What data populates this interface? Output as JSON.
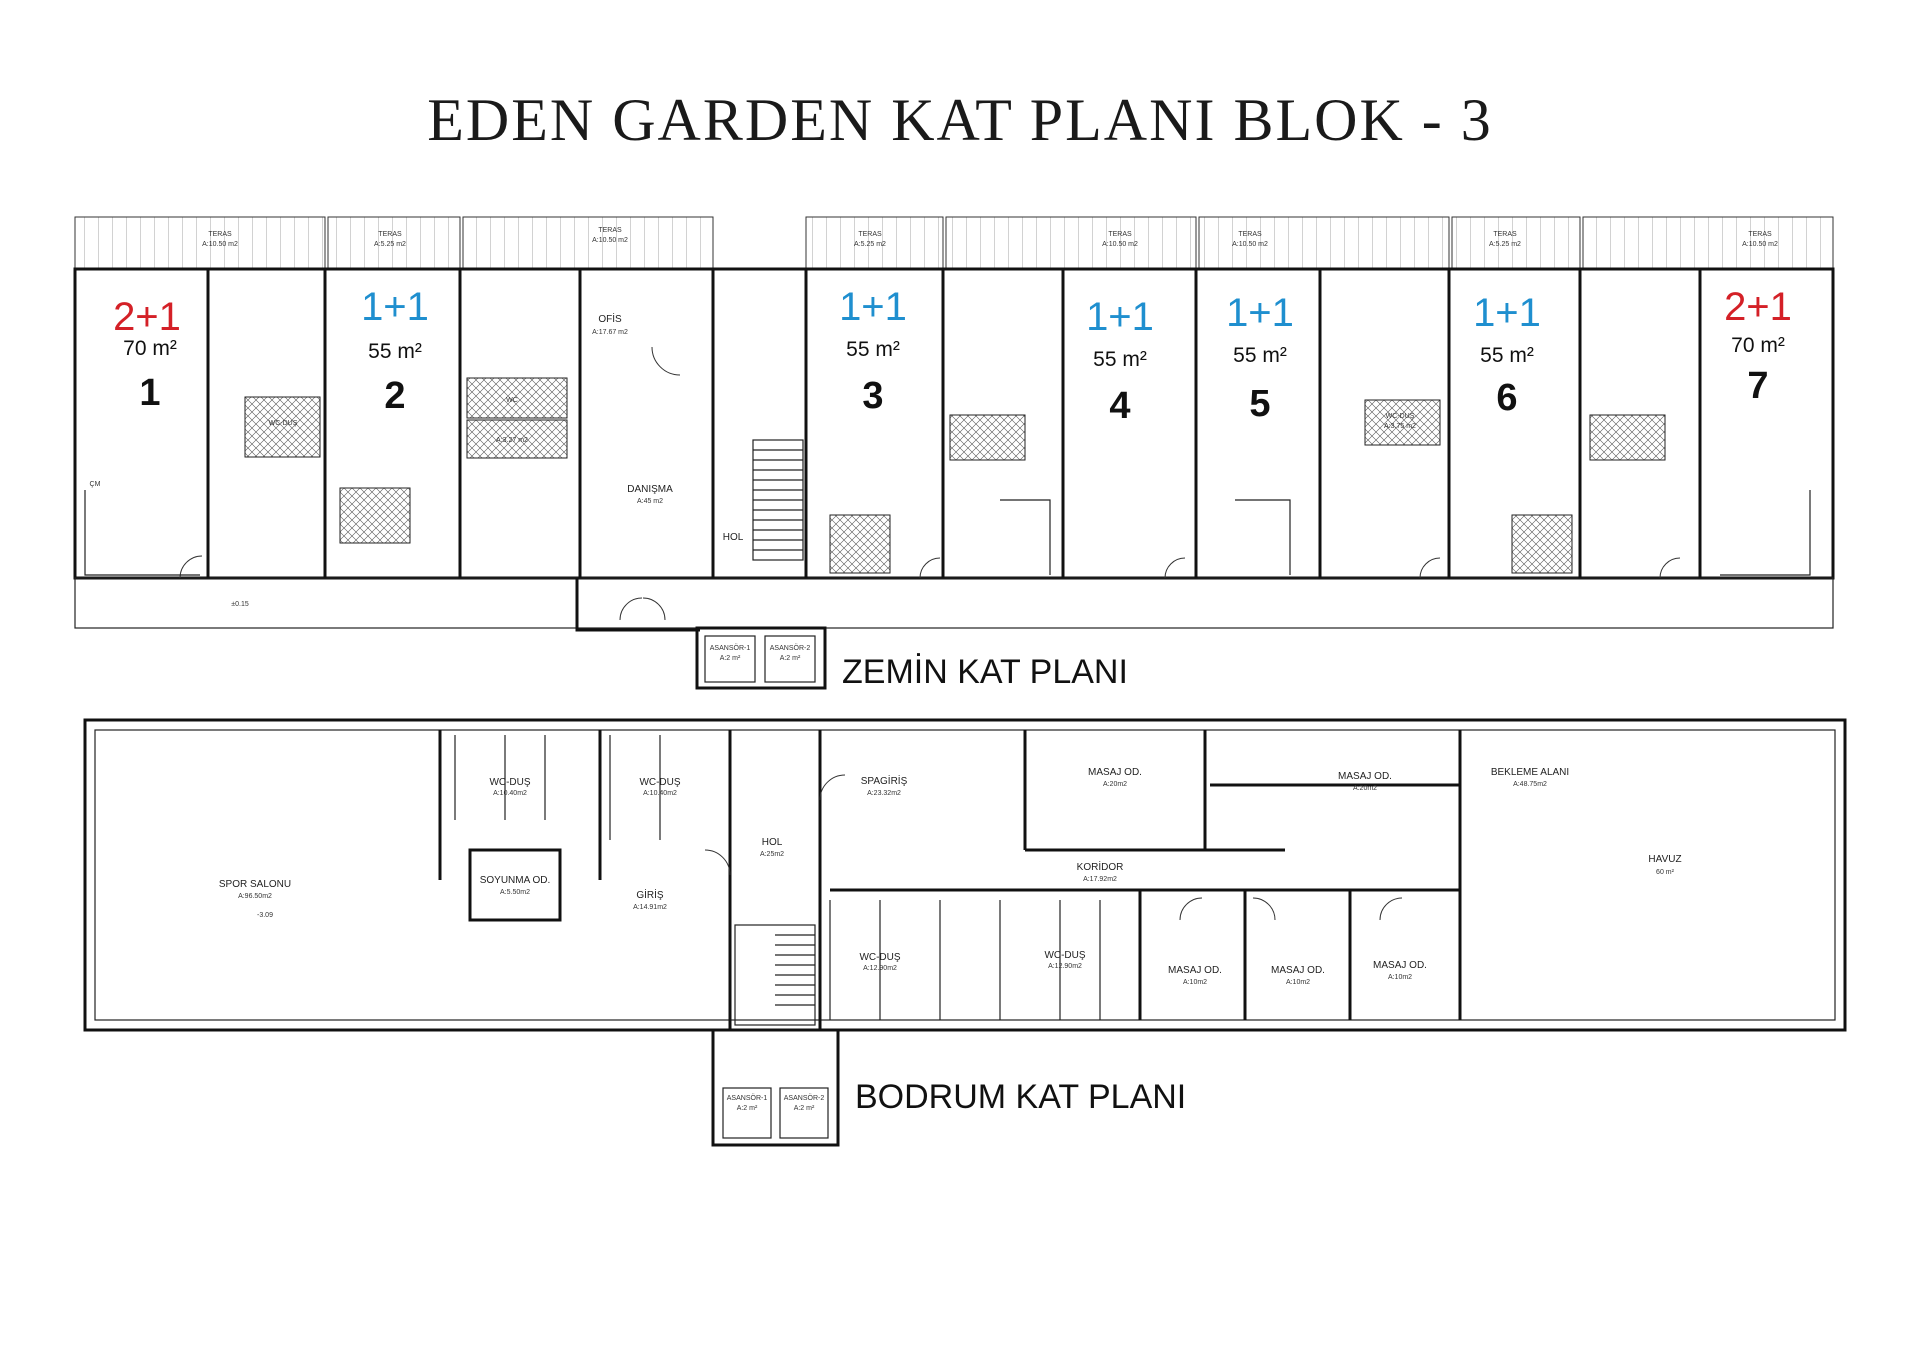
{
  "title": "EDEN GARDEN KAT PLANI BLOK - 3",
  "ground_floor": {
    "label": "ZEMİN KAT PLANI",
    "units": [
      {
        "type": "2+1",
        "area": "70 m²",
        "number": "1",
        "color": "#d42027"
      },
      {
        "type": "1+1",
        "area": "55 m²",
        "number": "2",
        "color": "#1f8fcf"
      },
      {
        "type": "1+1",
        "area": "55 m²",
        "number": "3",
        "color": "#1f8fcf"
      },
      {
        "type": "1+1",
        "area": "55 m²",
        "number": "4",
        "color": "#1f8fcf"
      },
      {
        "type": "1+1",
        "area": "55 m²",
        "number": "5",
        "color": "#1f8fcf"
      },
      {
        "type": "1+1",
        "area": "55 m²",
        "number": "6",
        "color": "#1f8fcf"
      },
      {
        "type": "2+1",
        "area": "70 m²",
        "number": "7",
        "color": "#d42027"
      }
    ],
    "terraces": [
      {
        "name": "TERAS",
        "area": "A:10.50 m2"
      },
      {
        "name": "TERAS",
        "area": "A:5.25 m2"
      },
      {
        "name": "TERAS",
        "area": "A:10.50 m2"
      },
      {
        "name": "TERAS",
        "area": "A:5.25 m2"
      },
      {
        "name": "TERAS",
        "area": "A:10.50 m2"
      },
      {
        "name": "TERAS",
        "area": "A:10.50 m2"
      },
      {
        "name": "TERAS",
        "area": "A:5.25 m2"
      },
      {
        "name": "TERAS",
        "area": "A:10.50 m2"
      }
    ],
    "rooms": {
      "ofis": {
        "name": "OFİS",
        "area": "A:17.67 m2"
      },
      "danisma": {
        "name": "DANIŞMA",
        "area": "A:45 m2"
      },
      "hol": {
        "name": "HOL"
      },
      "wc": {
        "name": "WC",
        "area": "A:3.27 m2"
      },
      "wc_dus": {
        "name": "WC-DUŞ",
        "area": "A:3.75 m2"
      },
      "cm": "ÇM",
      "elevator1": {
        "name": "ASANSÖR-1",
        "area": "A:2 m²"
      },
      "elevator2": {
        "name": "ASANSÖR-2",
        "area": "A:2 m²"
      },
      "level": "±0.15"
    }
  },
  "basement": {
    "label": "BODRUM KAT PLANI",
    "rooms": {
      "spor": {
        "name": "SPOR SALONU",
        "area": "A:96.50m2"
      },
      "wcdus_a": {
        "name": "WC-DUŞ",
        "area": "A:10.40m2"
      },
      "wcdus_b": {
        "name": "WC-DUŞ",
        "area": "A:10.40m2"
      },
      "soyunma": {
        "name": "SOYUNMA OD.",
        "area": "A:5.50m2"
      },
      "giris": {
        "name": "GİRİŞ",
        "area": "A:14.91m2"
      },
      "hol": {
        "name": "HOL",
        "area": "A:25m2"
      },
      "spagiris": {
        "name": "SPAGİRİŞ",
        "area": "A:23.32m2"
      },
      "masaj1": {
        "name": "MASAJ OD.",
        "area": "A:20m2"
      },
      "masaj2": {
        "name": "MASAJ OD.",
        "area": "A:20m2"
      },
      "bekleme": {
        "name": "BEKLEME ALANI",
        "area": "A:48.75m2"
      },
      "koridor": {
        "name": "KORİDOR",
        "area": "A:17.92m2"
      },
      "havuz": {
        "name": "HAVUZ",
        "area": "60 m²"
      },
      "wcdus_c": {
        "name": "WC-DUŞ",
        "area": "A:12.90m2"
      },
      "wcdus_d": {
        "name": "WC-DUŞ",
        "area": "A:12.90m2"
      },
      "masaj3": {
        "name": "MASAJ OD.",
        "area": "A:10m2"
      },
      "masaj4": {
        "name": "MASAJ OD.",
        "area": "A:10m2"
      },
      "masaj5": {
        "name": "MASAJ OD.",
        "area": "A:10m2"
      },
      "elevator1": {
        "name": "ASANSÖR-1",
        "area": "A:2 m²"
      },
      "elevator2": {
        "name": "ASANSÖR-2",
        "area": "A:2 m²"
      },
      "level": "-3.09"
    }
  }
}
